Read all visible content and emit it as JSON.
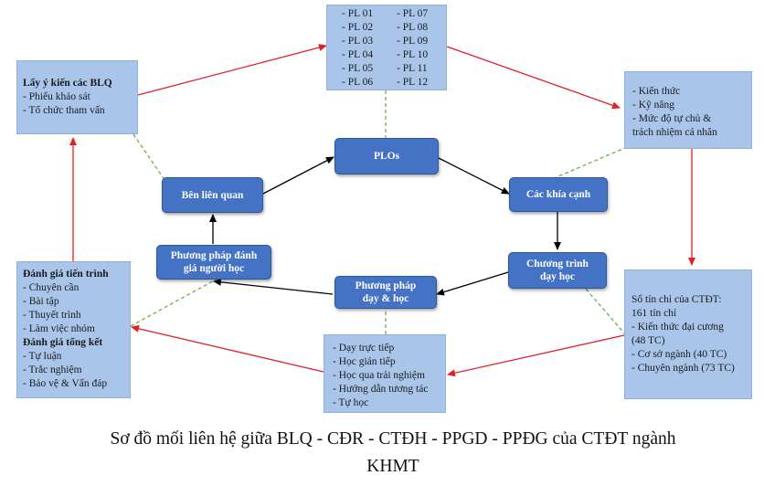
{
  "pl_box": {
    "items": [
      "- PL 01",
      "- PL 07",
      "- PL 02",
      "- PL 08",
      "- PL 03",
      "- PL 09",
      "- PL 04",
      "- PL 10",
      "- PL 05",
      "- PL 11",
      "- PL 06",
      "- PL 12"
    ]
  },
  "blq_box": {
    "title": "Lấy ý kiến các BLQ",
    "items": [
      "- Phiếu khảo sát",
      "- Tổ chức tham vấn"
    ]
  },
  "aspects_box": {
    "items": [
      "- Kiến thức",
      "- Kỹ năng",
      "- Mức độ tự chủ &",
      "trách nhiệm cá nhân"
    ]
  },
  "credits_box": {
    "items": [
      "Số tín chỉ của CTĐT:",
      "161 tín chỉ",
      "- Kiến thức đại cương",
      "(48 TC)",
      "- Cơ sở ngành (40 TC)",
      "- Chuyên ngành (73 TC)"
    ]
  },
  "teaching_box": {
    "items": [
      "- Dạy trực tiếp",
      "- Học gián tiếp",
      "- Học qua trải nghiệm",
      "- Hướng dẫn tương tác",
      "- Tự học"
    ]
  },
  "assessment_box": {
    "process_title": "Đánh giá tiến trình",
    "process_items": [
      "- Chuyên cần",
      "- Bài tập",
      "- Thuyết trình",
      "- Làm việc nhóm"
    ],
    "summative_title": "Đánh giá tổng kết",
    "summative_items": [
      "- Tự luận",
      "- Trắc nghiệm",
      "- Bảo vệ & Vấn đáp"
    ]
  },
  "nodes": {
    "plos": "PLOs",
    "cac_khia_canh": "Các khía cạnh",
    "ben_lien_quan": "Bên liên quan",
    "chuong_trinh": [
      "Chương trình",
      "dạy học"
    ],
    "phuong_phap_day": [
      "Phương pháp",
      "dạy & học"
    ],
    "phuong_phap_danh_gia": [
      "Phương pháp đánh",
      "giá người học"
    ]
  },
  "caption": [
    "Sơ đồ mối liên hệ giữa BLQ - CĐR - CTĐH - PPGD - PPĐG của CTĐT ngành",
    "KHMT"
  ],
  "colors": {
    "light_box": "#a9c6ea",
    "dark_box": "#4472c4",
    "red_arrow": "#e31e24",
    "black_arrow": "#000000",
    "green_dash": "#70ad47"
  }
}
